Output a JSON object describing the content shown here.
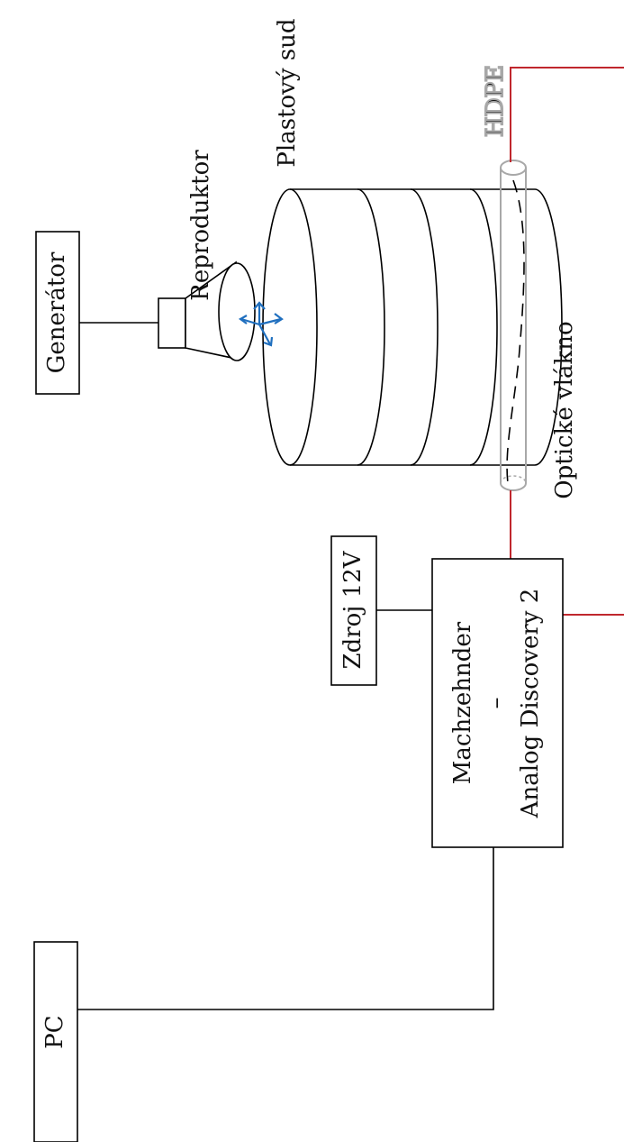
{
  "labels": {
    "generator": "Generátor",
    "speaker": "Reproduktor",
    "barrel": "Plastový sud",
    "hdpe": "HDPE",
    "fiber": "Optické vlákno",
    "power": "Zdroj 12V",
    "interferometer_line1": "Machzehnder",
    "interferometer_sep": "–",
    "interferometer_line2": "Analog Discovery 2",
    "pc": "PC"
  },
  "colors": {
    "fiber_line": "#c0272d",
    "wave_arrows": "#1f6fbf",
    "hdpe_tube": "#a8a8a8",
    "line": "#000000"
  }
}
